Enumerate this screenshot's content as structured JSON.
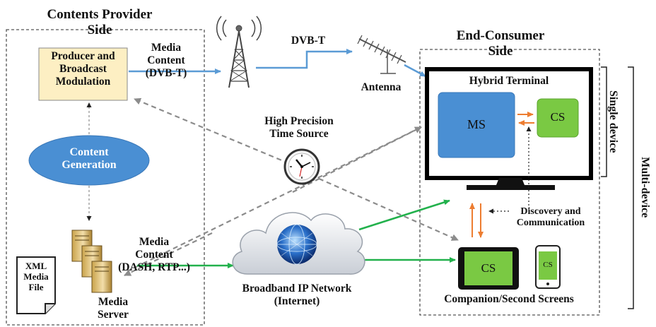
{
  "provider": {
    "title_line1": "Contents Provider",
    "title_line2": "Side",
    "producer_line1": "Producer and",
    "producer_line2": "Broadcast",
    "producer_line3": "Modulation",
    "content_gen_line1": "Content",
    "content_gen_line2": "Generation",
    "media_server_line1": "Media",
    "media_server_line2": "Server",
    "xml_line1": "XML",
    "xml_line2": "Media",
    "xml_line3": "File"
  },
  "links": {
    "media_dvbt_line1": "Media",
    "media_dvbt_line2": "Content",
    "media_dvbt_line3": "(DVB-T)",
    "dvbt": "DVB-T",
    "antenna": "Antenna",
    "media_dash_line1": "Media",
    "media_dash_line2": "Content",
    "media_dash_line3": "(DASH, RTP...)",
    "network_line1": "Broadband IP Network",
    "network_line2": "(Internet)",
    "time_line1": "High Precision",
    "time_line2": "Time Source"
  },
  "consumer": {
    "title_line1": "End-Consumer",
    "title_line2": "Side",
    "hybrid_terminal": "Hybrid Terminal",
    "ms": "MS",
    "cs_tv": "CS",
    "cs_tablet": "CS",
    "cs_phone": "CS",
    "discovery_line1": "Discovery and",
    "discovery_line2": "Communication",
    "companion": "Companion/Second Screens",
    "single_device": "Single device",
    "multi_device": "Multi-device"
  },
  "colors": {
    "broadcast_link": "#5b9bd5",
    "broadband_link": "#22b14c",
    "sync_link": "#8c8c8c",
    "local_link": "#ed7d31",
    "producer_fill": "#fdefc3",
    "ellipse_fill": "#4a8fd3",
    "ms_fill": "#4a8fd3",
    "cs_fill": "#7ac943"
  }
}
